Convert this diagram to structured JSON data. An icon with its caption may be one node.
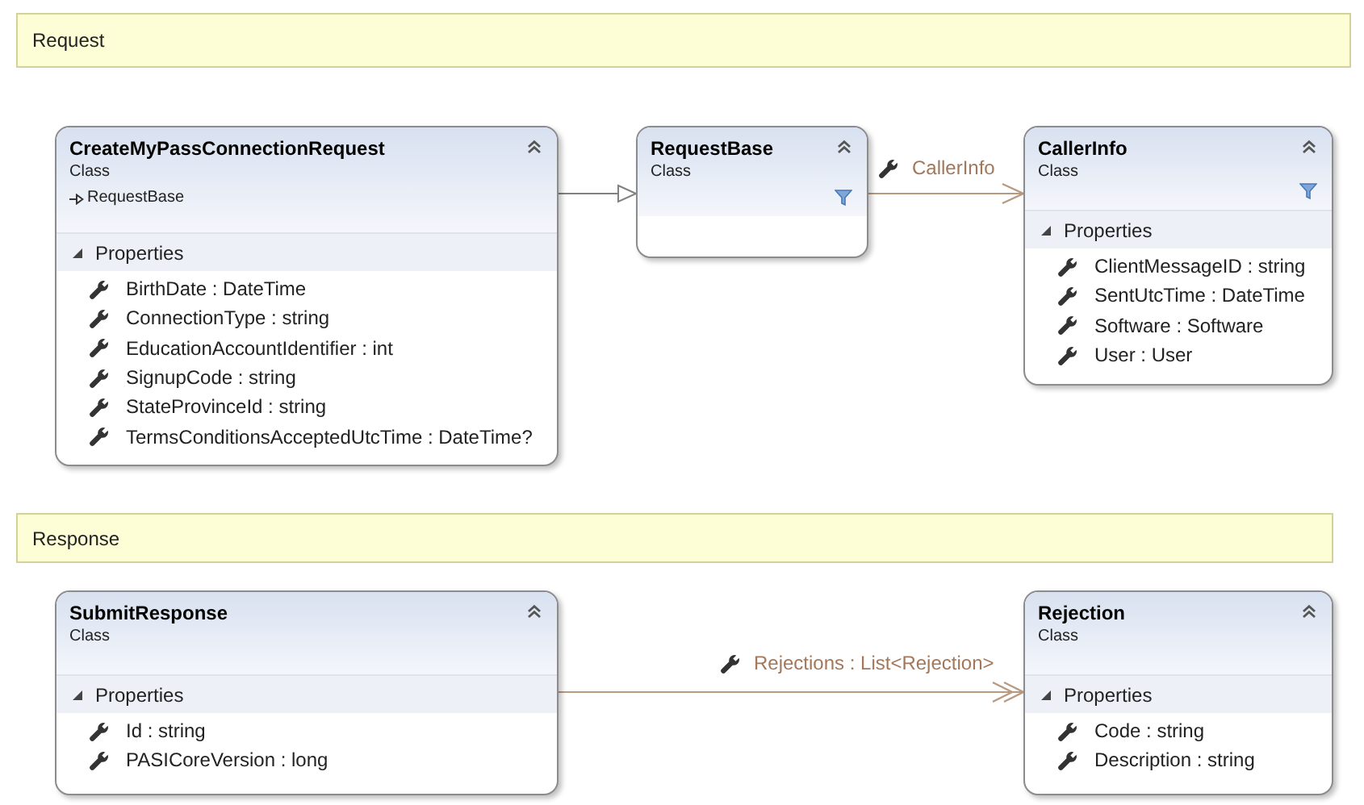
{
  "diagram": {
    "nodes": [
      {
        "text": [
          "Request"
        ]
      },
      {
        "text": [
          "CreateMyPassConnectionRequest",
          "Class",
          "RequestBase",
          "Properties",
          "BirthDate : DateTime",
          "ConnectionType : string",
          "EducationAccountIdentifier : int",
          "SignupCode : string",
          "StateProvinceId : string",
          "TermsConditionsAcceptedUtcTime : DateTime?"
        ]
      },
      {
        "text": [
          "RequestBase",
          "Class"
        ]
      },
      {
        "text": [
          "CallerInfo",
          "Class",
          "Properties",
          "ClientMessageID : string",
          "SentUtcTime : DateTime",
          "Software : Software",
          "User : User"
        ]
      },
      {
        "text": [
          "Response"
        ]
      },
      {
        "text": [
          "SubmitResponse",
          "Class",
          "Properties",
          "Id : string",
          "PASICoreVersion : long"
        ]
      },
      {
        "text": [
          "Rejection",
          "Class",
          "Properties",
          "Code : string",
          "Description : string"
        ]
      }
    ],
    "edges": [
      {
        "from": 1,
        "to": 2,
        "arrow": "to",
        "color": "#808080"
      },
      {
        "from": 2,
        "to": 3,
        "arrow": "to",
        "label": "CallerInfo"
      },
      {
        "from": 5,
        "to": 6,
        "arrow": "to",
        "label": "Rejections : List<Rejection>"
      }
    ]
  }
}
